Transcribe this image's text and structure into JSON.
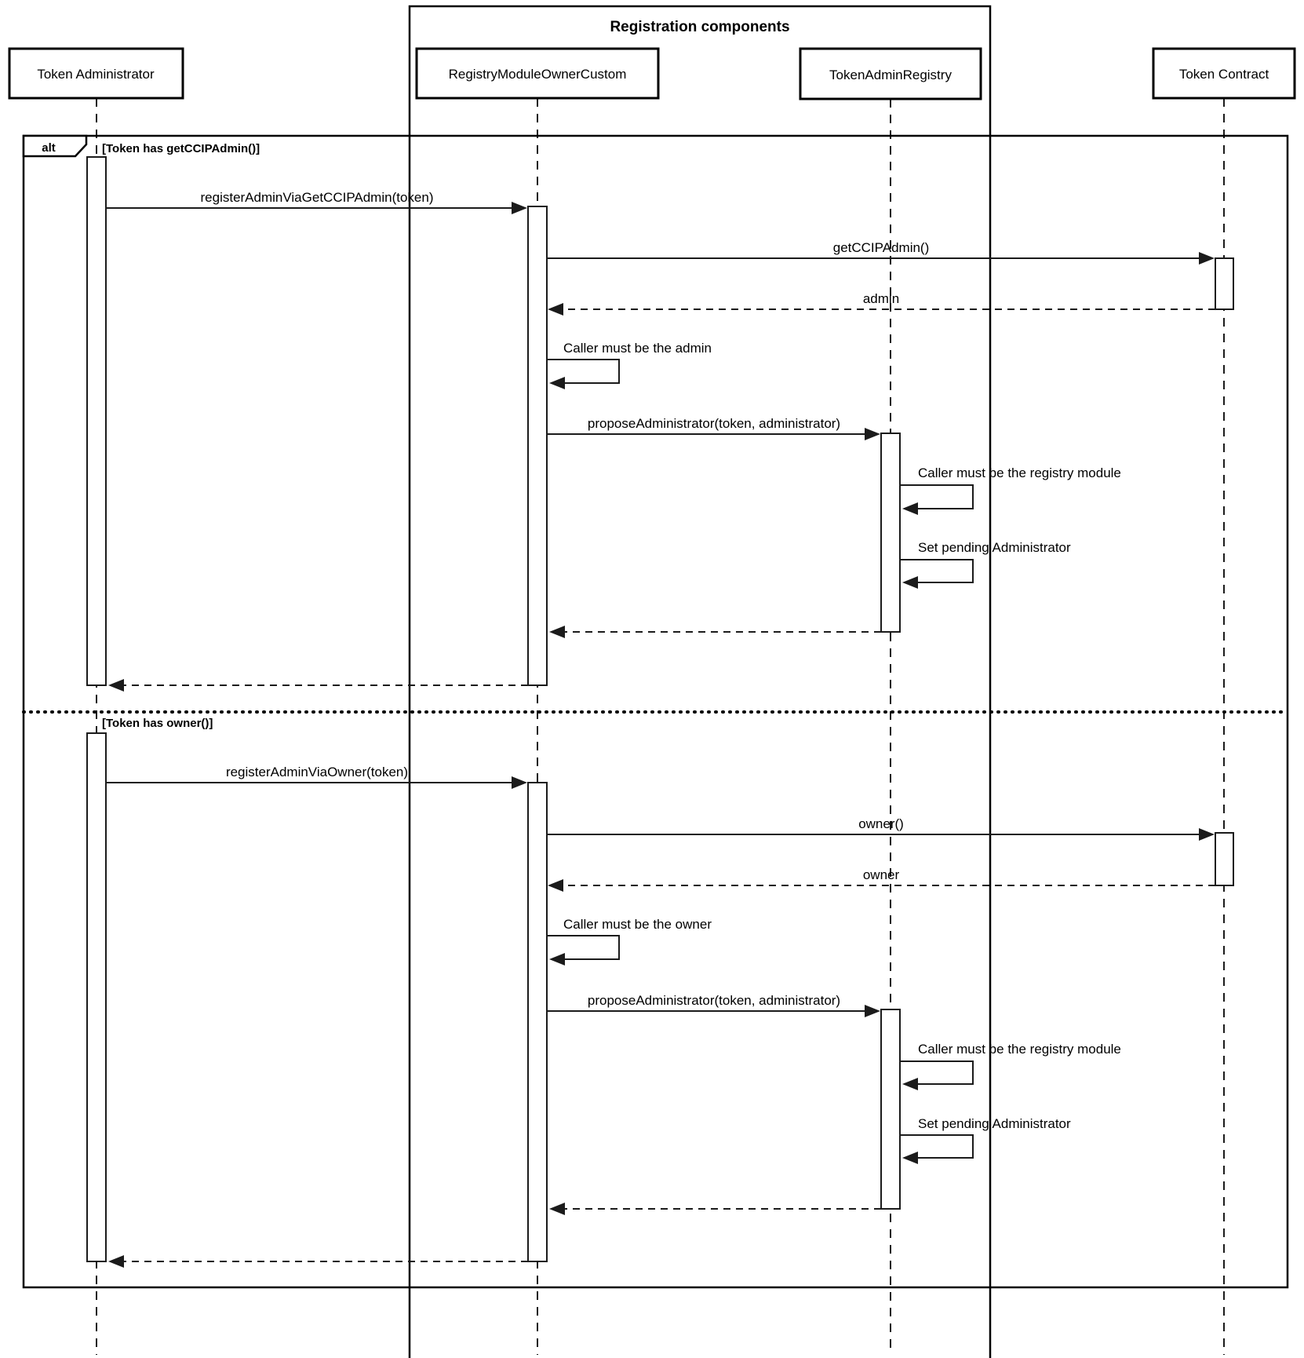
{
  "diagram": {
    "type": "uml-sequence",
    "alt_label": "alt",
    "group_title": "Registration components",
    "colors": {
      "group_bg": "#add8e6",
      "line": "#1b1b1b",
      "box_bg": "#ffffff"
    },
    "participants": [
      {
        "label": "Token Administrator"
      },
      {
        "label": "RegistryModuleOwnerCustom"
      },
      {
        "label": "TokenAdminRegistry"
      },
      {
        "label": "Token Contract"
      }
    ],
    "branches": [
      {
        "guard": "[Token has getCCIPAdmin()]",
        "call": "registerAdminViaGetCCIPAdmin(token)",
        "lookup_call": "getCCIPAdmin()",
        "lookup_return": "admin",
        "check_note": "Caller must be the admin",
        "propose_call": "proposeAdministrator(token, administrator)",
        "registry_check_note": "Caller must be the registry module",
        "set_pending_note": "Set pending Administrator"
      },
      {
        "guard": "[Token has owner()]",
        "call": "registerAdminViaOwner(token)",
        "lookup_call": "owner()",
        "lookup_return": "owner",
        "check_note": "Caller must be the owner",
        "propose_call": "proposeAdministrator(token, administrator)",
        "registry_check_note": "Caller must be the registry module",
        "set_pending_note": "Set pending Administrator"
      }
    ]
  }
}
